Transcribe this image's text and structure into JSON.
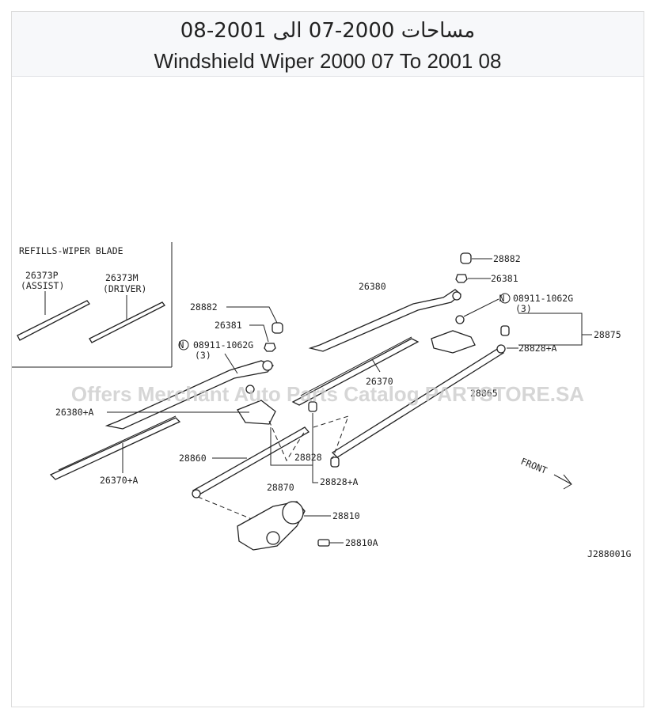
{
  "header": {
    "title_ar": "مساحات 2000-07 الى 2001-08",
    "title_en": "Windshield Wiper 2000 07 To 2001 08"
  },
  "watermark": "Offers Merchant Auto Parts Catalog PARTSTORE.SA",
  "inset": {
    "title": "REFILLS-WIPER BLADE",
    "assist_part": "26373P",
    "assist_label": "(ASSIST)",
    "driver_part": "26373M",
    "driver_label": "(DRIVER)"
  },
  "labels": {
    "cap_right": "28882",
    "nut_right": "26381",
    "arm_right": "26380",
    "bolt_right": "08911-1062G",
    "bolt_right_qty": "(3)",
    "assembly": "28875",
    "pivot_right": "28828+A",
    "blade_right": "26370",
    "link_right": "28865",
    "cap_left": "28882",
    "nut_left": "26381",
    "bolt_left": "08911-1062G",
    "bolt_left_qty": "(3)",
    "arm_left": "26380+A",
    "link_left": "28860",
    "bushing": "28828",
    "blade_left": "26370+A",
    "link_set": "28870",
    "bushing_a": "28828+A",
    "motor": "28810",
    "motor_bolt": "28810A",
    "front": "FRONT",
    "diagram_code": "J288001G",
    "bolt_prefix": "N"
  },
  "colors": {
    "header_bg": "#f7f8fa",
    "line": "#222222",
    "watermark": "#c9c9c9"
  }
}
